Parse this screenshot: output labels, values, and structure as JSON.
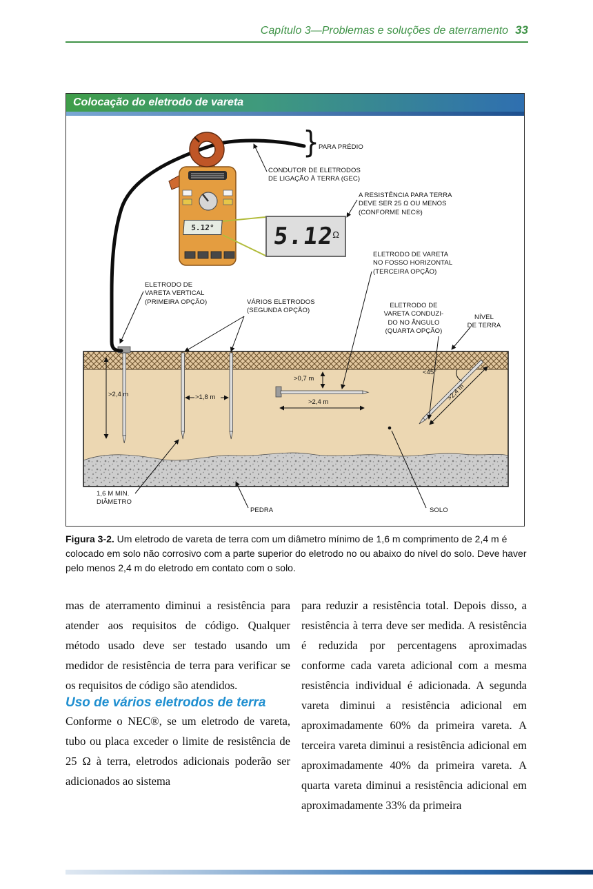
{
  "header": {
    "chapter": "Capítulo 3—Problemas e soluções de aterramento",
    "page_number": "33"
  },
  "figure": {
    "title": "Colocação do eletrodo de vareta",
    "display": {
      "value": "5.12",
      "unit": "Ω",
      "small_value": "5.12°"
    },
    "labels": {
      "brace": "}",
      "para_predio": "PARA PRÉDIO",
      "gec": "CONDUTOR DE ELETRODOS\nDE LIGAÇÃO À TERRA (GEC)",
      "resistencia": "A RESISTÊNCIA PARA TERRA\nDEVE SER 25 Ω OU MENOS\n(CONFORME NEC®)",
      "terceira": "ELETRODO DE VARETA\nNO FOSSO HORIZONTAL\n(TERCEIRA OPÇÃO)",
      "primeira": "ELETRODO DE\nVARETA VERTICAL\n(PRIMEIRA OPÇÃO)",
      "segunda": "VÁRIOS ELETRODOS\n(SEGUNDA OPÇÃO)",
      "quarta": "ELETRODO DE\nVARETA CONDUZI-\nDO NO ÂNGULO\n(QUARTA OPÇÃO)",
      "nivel": "NÍVEL\nDE TERRA",
      "diametro": "1,6 M MIN.\nDIÂMETRO",
      "pedra": "PEDRA",
      "solo": "SOLO"
    },
    "dimensions": {
      "rod1_depth": ">2,4 m",
      "rod_spacing": ">1,8 m",
      "trench_depth": ">0,7 m",
      "horizontal_length": ">2,4 m",
      "angle": "<45°",
      "angled_length": ">2,4 m"
    }
  },
  "caption": {
    "label": "Figura 3-2.",
    "text": " Um eletrodo de vareta de terra com um diâmetro mínimo de 1,6 m comprimento de 2,4 m é colocado em solo não corrosivo com a parte superior do eletrodo no ou abaixo do nível do solo. Deve haver pelo menos 2,4 m do eletrodo em contato com o solo."
  },
  "body": {
    "left_p1": "mas de aterramento diminui a resistência para atender aos requisitos de código. Qualquer método usado deve ser testado usando um medidor de resistência de terra para verificar se os requisitos de código são atendidos.",
    "heading": "Uso de vários eletrodos de terra",
    "left_p2": "Conforme o NEC®, se um eletrodo de vareta, tubo ou placa exceder o limite de resistência de 25 Ω à terra, eletrodos adicionais poderão ser adicionados ao sistema",
    "right_p1": "para reduzir a resistência total. Depois disso, a resistência à terra deve ser medida. A resistência é reduzida por percentagens aproximadas conforme cada vareta adicional com a mesma resistência individual é adicionada. A segunda vareta diminui a resistência adicional em aproximadamente 60% da primeira vareta. A terceira vareta diminui a resistência adicional em aproximadamente 40% da primeira vareta. A quarta vareta diminui a resistência adicional em aproximadamente 33% da primeira"
  },
  "colors": {
    "header_green": "#3f9347",
    "heading_blue": "#1f8fd0",
    "title_gradient_left": "#3f9d49",
    "title_gradient_right": "#2f6fb0"
  }
}
